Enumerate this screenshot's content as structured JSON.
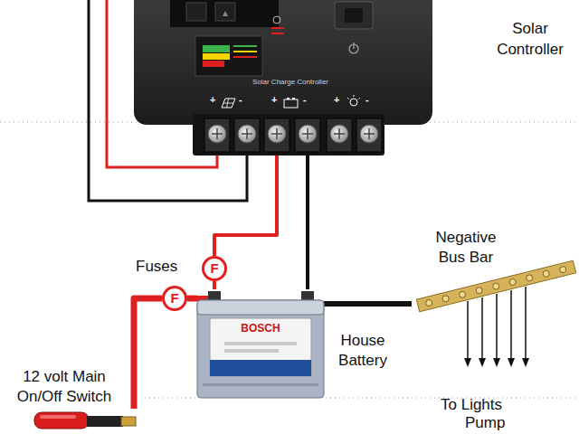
{
  "diagram": {
    "nodes": [
      {
        "text": [
          "Solar Controller",
          "Solar Charge Controller"
        ]
      },
      {
        "text": [
          "F"
        ]
      },
      {
        "text": [
          "F"
        ]
      },
      {
        "text": [
          "BOSCH",
          "House Battery"
        ]
      },
      {
        "text": [
          "Negative Bus Bar"
        ]
      },
      {
        "text": [
          "12 volt Main On/Off Switch"
        ]
      }
    ],
    "edges": [
      {
        "from": 0,
        "to": 1,
        "arrow": "none"
      },
      {
        "from": 1,
        "to": 3,
        "arrow": "none"
      },
      {
        "from": 0,
        "to": 3,
        "arrow": "none"
      },
      {
        "from": 3,
        "to": 4,
        "arrow": "none"
      },
      {
        "from": 3,
        "to": 2,
        "arrow": "none"
      },
      {
        "from": 2,
        "to": 5,
        "arrow": "none"
      }
    ],
    "labels": [
      "+",
      "-",
      "+",
      "-",
      "+",
      "-",
      "Fuses",
      "To Lights",
      "Pump"
    ]
  }
}
